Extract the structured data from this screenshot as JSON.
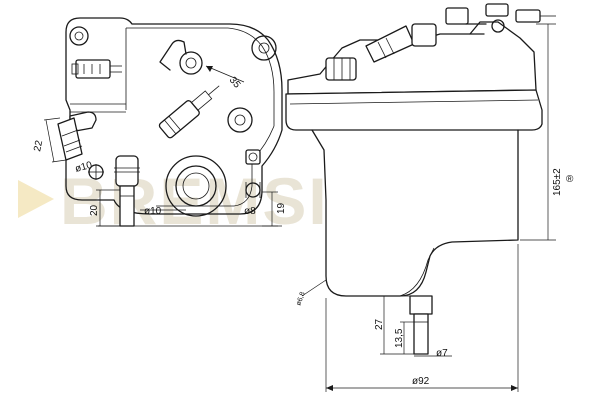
{
  "watermark": {
    "brand": "BREMSI",
    "registered_mark": "®",
    "color": "#e9e4d6",
    "triangle_color": "#f5e9c4"
  },
  "left_view": {
    "dimensions": {
      "inlet_22": "22",
      "inlet_diameter": "ø10",
      "dim_20": "20",
      "bore_diameter": "ø10",
      "pin_diameter": "ø8",
      "dim_19": "19",
      "dim_35": "35"
    }
  },
  "right_view": {
    "dimensions": {
      "height": "165±2",
      "outlet_27": "27",
      "outlet_13_5": "13,5",
      "outlet_diameter": "ø7",
      "body_diameter": "ø92",
      "bottom_dia": "ø6,8"
    }
  }
}
